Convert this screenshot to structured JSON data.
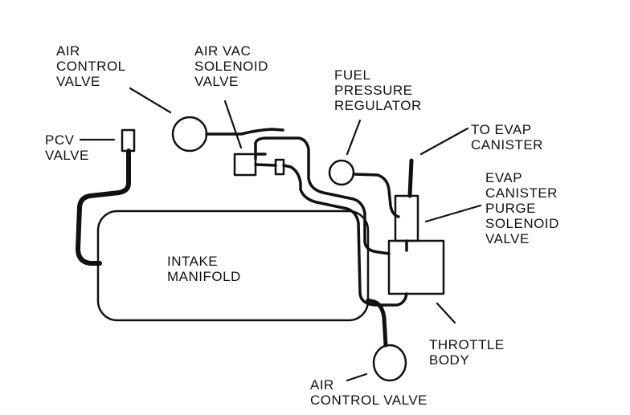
{
  "colors": {
    "ink": "#111111",
    "paper": "#ffffff"
  },
  "labels": {
    "air_control_valve_top": [
      "AIR",
      "CONTROL",
      "VALVE"
    ],
    "air_vac_solenoid_valve": [
      "AIR VAC",
      "SOLENOID",
      "VALVE"
    ],
    "fuel_pressure_regulator": [
      "FUEL",
      "PRESSURE",
      "REGULATOR"
    ],
    "to_evap_canister": [
      "TO EVAP",
      "CANISTER"
    ],
    "evap_canister_purge_solenoid_valve": [
      "EVAP",
      "CANISTER",
      "PURGE",
      "SOLENOID",
      "VALVE"
    ],
    "pcv_valve": [
      "PCV",
      "VALVE"
    ],
    "intake_manifold": [
      "INTAKE",
      "MANIFOLD"
    ],
    "throttle_body": [
      "THROTTLE",
      "BODY"
    ],
    "air_control_valve_bottom": [
      "AIR",
      "CONTROL VALVE"
    ]
  }
}
